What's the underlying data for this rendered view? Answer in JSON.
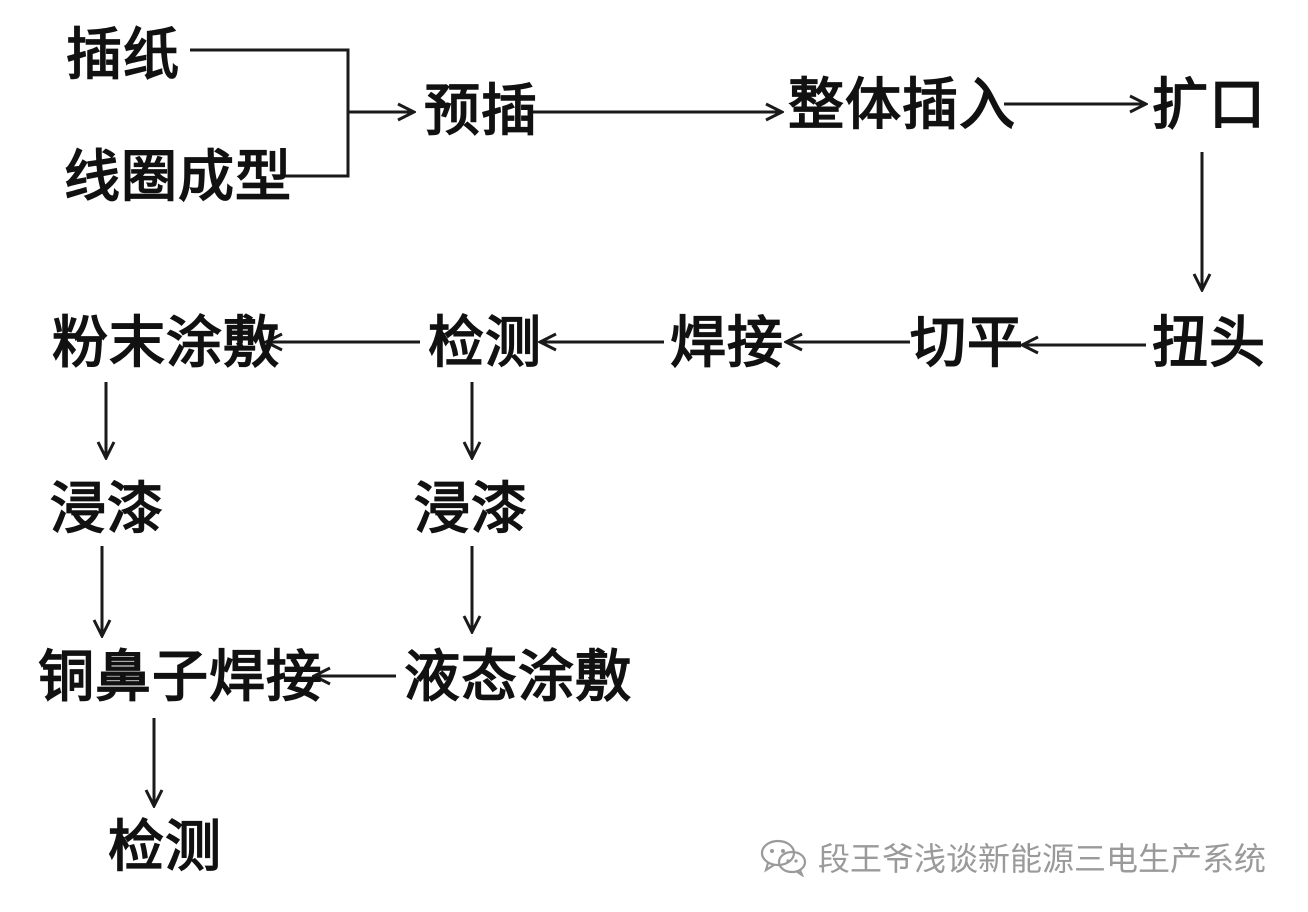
{
  "nodes": {
    "insert_paper": "插纸",
    "coil_forming": "线圈成型",
    "pre_insert": "预插",
    "full_insert": "整体插入",
    "expand": "扩口",
    "twist_head": "扭头",
    "cut_flat": "切平",
    "welding": "焊接",
    "inspect_1": "检测",
    "powder_coating": "粉末涂敷",
    "dip_paint_1": "浸漆",
    "dip_paint_2": "浸漆",
    "liquid_coating": "液态涂敷",
    "copper_nose_welding": "铜鼻子焊接",
    "inspect_2": "检测"
  },
  "watermark": {
    "icon": "wechat-icon",
    "text": "段王爷浅谈新能源三电生产系统"
  },
  "colors": {
    "text": "#111111",
    "line": "#1a1a1a",
    "watermark": "#9a9a9a"
  }
}
